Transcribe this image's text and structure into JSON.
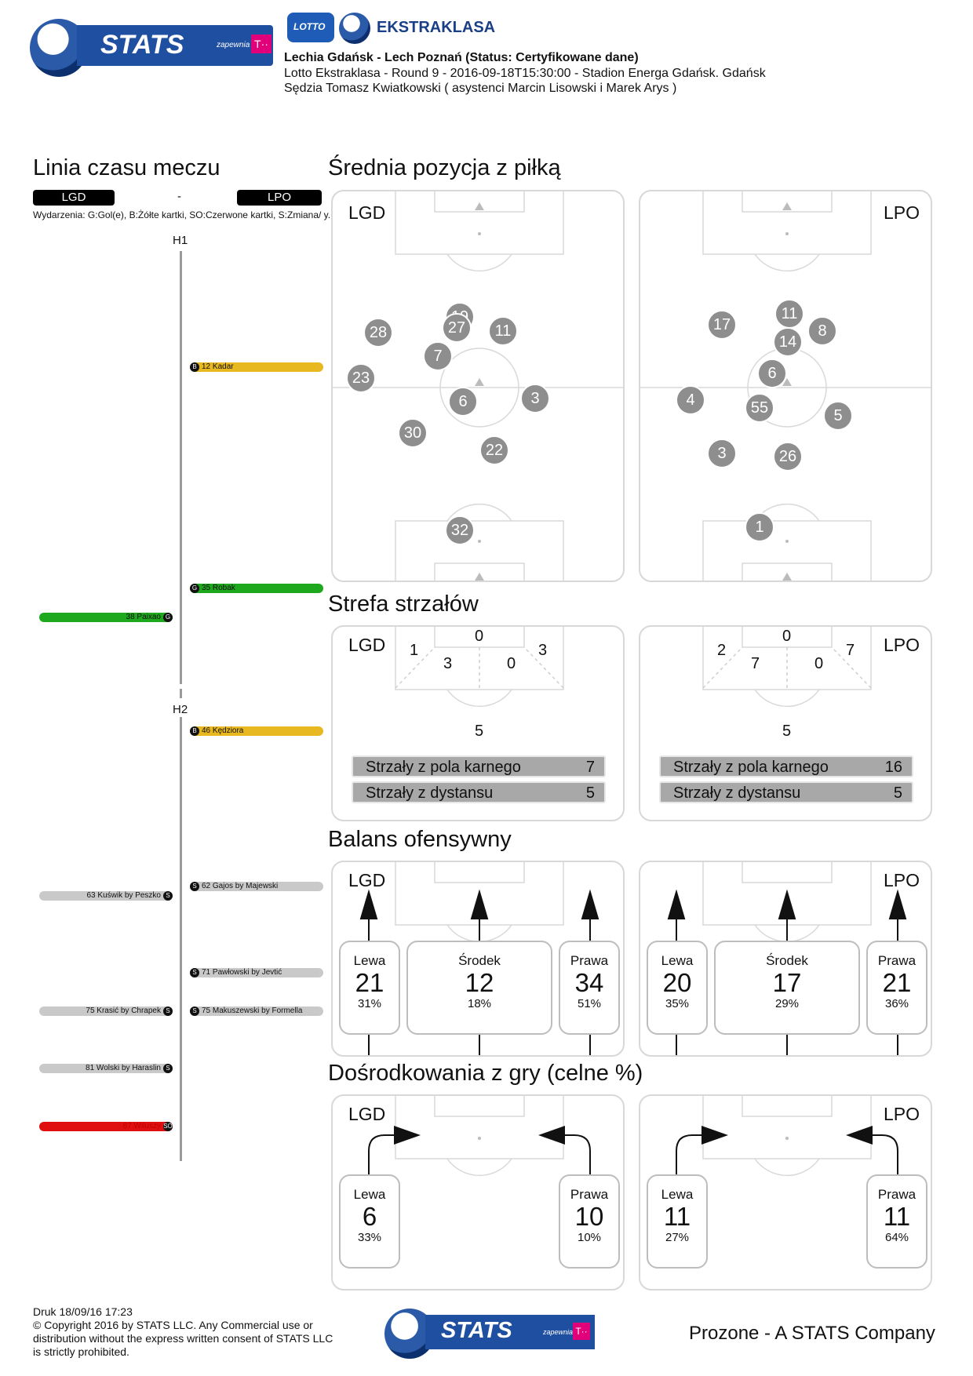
{
  "header": {
    "stats_logo_text": "STATS",
    "stats_logo_sub": "zapewnia",
    "ekstraklasa_text": "EKSTRAKLASA",
    "lotto_text": "LOTTO",
    "line1": "Lechia Gdańsk - Lech Poznań (Status: Certyfikowane dane)",
    "line2": "Lotto Ekstraklasa - Round 9 - 2016-09-18T15:30:00 - Stadion Energa Gdańsk. Gdańsk",
    "line3": "Sędzia Tomasz Kwiatkowski ( asystenci Marcin Lisowski i Marek Arys )"
  },
  "timeline": {
    "title": "Linia czasu meczu",
    "home": "LGD",
    "sep": "-",
    "away": "LPO",
    "legend": "Wydarzenia: G:Gol(e), B:Żółte kartki, SO:Czerwone kartki, S:Zmiana/ y.",
    "h1": "H1",
    "h2": "H2",
    "events_right": [
      {
        "badge": "B",
        "text": "12 Kadar",
        "color": "#e8b820"
      },
      {
        "badge": "G",
        "text": "35 Robak",
        "color": "#1ea81e"
      },
      {
        "badge": "B",
        "text": "46 Kędziora",
        "color": "#e8b820"
      },
      {
        "badge": "S",
        "text": "62 Gajos by Majewski",
        "color": "#c9c9c9"
      },
      {
        "badge": "S",
        "text": "71 Pawłowski by Jevtić",
        "color": "#c9c9c9"
      },
      {
        "badge": "S",
        "text": "75 Makuszewski by Formella",
        "color": "#c9c9c9"
      }
    ],
    "events_left": [
      {
        "badge": "G",
        "text": "38 Paixao",
        "color": "#1ea81e"
      },
      {
        "badge": "S",
        "text": "63 Kuświk by Peszko",
        "color": "#c9c9c9"
      },
      {
        "badge": "S",
        "text": "75 Krasić by Chrapek",
        "color": "#c9c9c9"
      },
      {
        "badge": "S",
        "text": "81 Wolski by Haraslin",
        "color": "#c9c9c9"
      },
      {
        "badge": "SO",
        "text": "87 Wiluszy",
        "color": "#e01010"
      }
    ]
  },
  "avg_position": {
    "title": "Średnia pozycja z piłką",
    "home": {
      "label": "LGD",
      "players": [
        "28",
        "19",
        "27",
        "11",
        "7",
        "23",
        "6",
        "3",
        "30",
        "22",
        "32"
      ]
    },
    "away": {
      "label": "LPO",
      "players": [
        "17",
        "11",
        "8",
        "14",
        "6",
        "4",
        "55",
        "5",
        "3",
        "26",
        "1"
      ]
    }
  },
  "shot_zones": {
    "title": "Strefa strzałów",
    "home": {
      "label": "LGD",
      "z_top": "0",
      "z_left_out": "1",
      "z_left_in": "3",
      "z_right_in": "0",
      "z_right_out": "3",
      "z_far": "5",
      "penalty_label": "Strzały z pola karnego",
      "penalty_value": "7",
      "distance_label": "Strzały z dystansu",
      "distance_value": "5"
    },
    "away": {
      "label": "LPO",
      "z_top": "0",
      "z_left_out": "2",
      "z_left_in": "7",
      "z_right_in": "0",
      "z_right_out": "7",
      "z_far": "5",
      "penalty_label": "Strzały z pola karnego",
      "penalty_value": "16",
      "distance_label": "Strzały z dystansu",
      "distance_value": "5"
    }
  },
  "offensive_balance": {
    "title": "Balans ofensywny",
    "home": {
      "label": "LGD",
      "left": {
        "label": "Lewa",
        "value": "21",
        "pct": "31%"
      },
      "center": {
        "label": "Środek",
        "value": "12",
        "pct": "18%"
      },
      "right": {
        "label": "Prawa",
        "value": "34",
        "pct": "51%"
      }
    },
    "away": {
      "label": "LPO",
      "left": {
        "label": "Lewa",
        "value": "20",
        "pct": "35%"
      },
      "center": {
        "label": "Środek",
        "value": "17",
        "pct": "29%"
      },
      "right": {
        "label": "Prawa",
        "value": "21",
        "pct": "36%"
      }
    }
  },
  "crosses": {
    "title": "Dośrodkowania z gry (celne %)",
    "home": {
      "label": "LGD",
      "left": {
        "label": "Lewa",
        "value": "6",
        "pct": "33%"
      },
      "right": {
        "label": "Prawa",
        "value": "10",
        "pct": "10%"
      }
    },
    "away": {
      "label": "LPO",
      "left": {
        "label": "Lewa",
        "value": "11",
        "pct": "27%"
      },
      "right": {
        "label": "Prawa",
        "value": "11",
        "pct": "64%"
      }
    }
  },
  "footer": {
    "printed": "Druk 18/09/16 17:23",
    "copyright1": "© Copyright 2016 by STATS LLC. Any Commercial use or",
    "copyright2": "distribution without the express written consent of STATS LLC",
    "copyright3": "is strictly prohibited.",
    "company": "Prozone - A STATS Company",
    "stats_logo_text": "STATS",
    "stats_logo_sub": "zapewnia"
  }
}
